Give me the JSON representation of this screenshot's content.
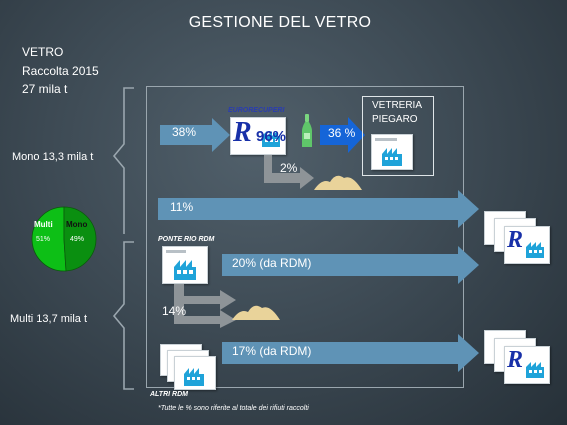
{
  "title": "GESTIONE DEL VETRO",
  "vetro_block": {
    "line1": "VETRO",
    "line2": "Raccolta 2015",
    "line3": "27 mila t"
  },
  "mono_label": "Mono 13,3 mila t",
  "multi_label": "Multi 13,7 mila t",
  "pie": {
    "multi_label": "Multi",
    "multi_pct": "51%",
    "mono_label": "Mono",
    "mono_pct": "49%",
    "multi_value": 51,
    "mono_value": 49,
    "multi_color": "#0dbf16",
    "mono_color": "#0a8f10"
  },
  "eurorecuperi_label": "EURORECUPERI",
  "logo_letter": "R",
  "pct_96": "96%",
  "arrow_38": "38%",
  "arrow_36": "36 %",
  "arrow_2": "2%",
  "arrow_11": "11%",
  "vetreria": {
    "line1": "VETRERIA",
    "line2": "PIEGARO"
  },
  "ponte_rio_label": "PONTE RIO RDM",
  "arrow_20": "20% (da RDM)",
  "arrow_14": "14%",
  "arrow_17": "17% (da RDM)",
  "altri_rdm_label": "ALTRI RDM",
  "footnote": "*Tutte le % sono riferite al totale dei rifiuti raccolti",
  "colors": {
    "arrow": "#5f93b6",
    "arrow_gray": "#8e9498",
    "pile": "#e9d39a",
    "factory": "#1fa3d9",
    "logo_blue": "#1830a8"
  }
}
